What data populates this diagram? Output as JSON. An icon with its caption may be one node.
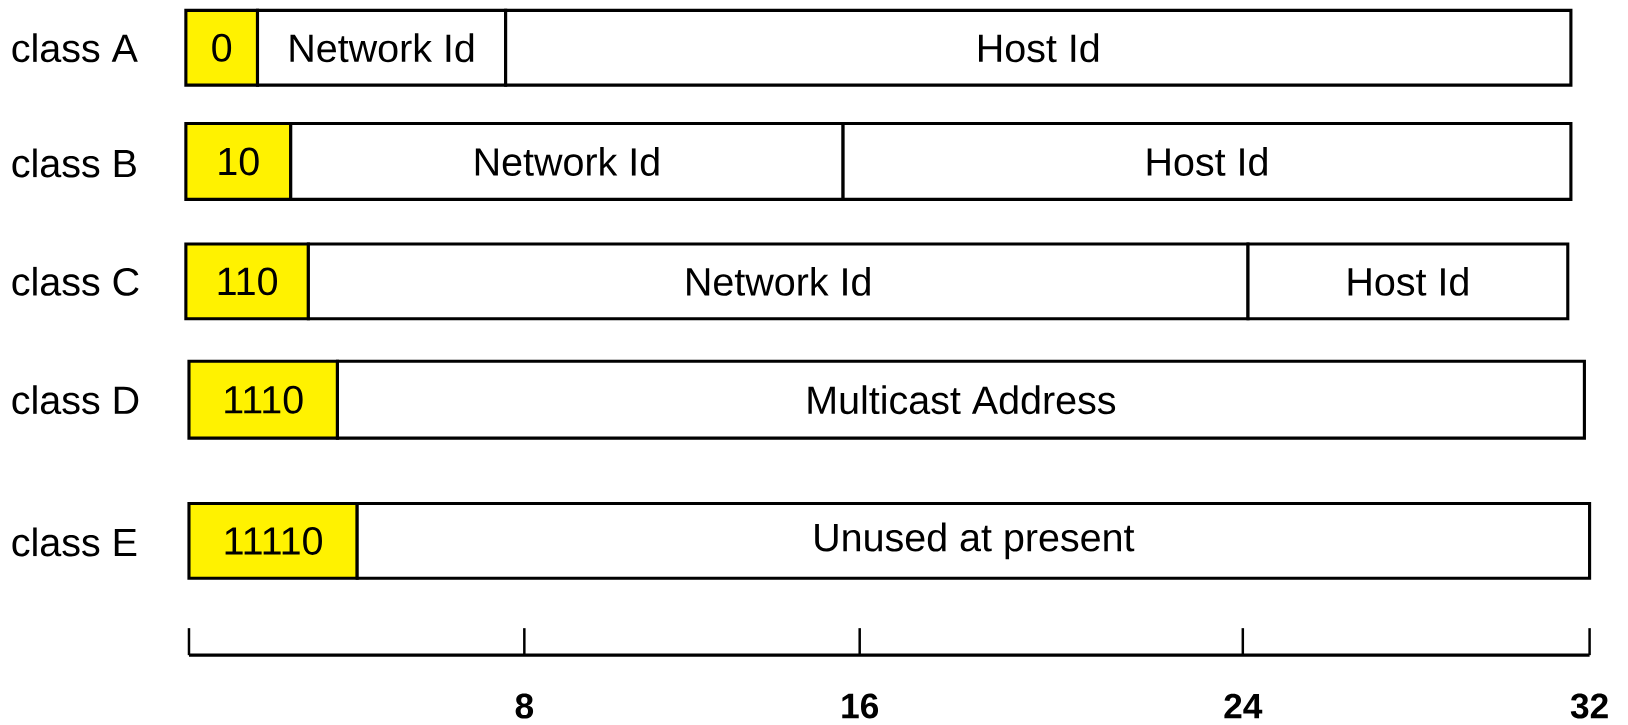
{
  "diagram": {
    "nodes": [
      {
        "text": [
          "0"
        ]
      },
      {
        "text": [
          "Network Id"
        ]
      },
      {
        "text": [
          "Host Id"
        ]
      },
      {
        "text": [
          "10"
        ]
      },
      {
        "text": [
          "Network Id"
        ]
      },
      {
        "text": [
          "Host Id"
        ]
      },
      {
        "text": [
          "110"
        ]
      },
      {
        "text": [
          "Network Id"
        ]
      },
      {
        "text": [
          "Host Id"
        ]
      },
      {
        "text": [
          "1110"
        ]
      },
      {
        "text": [
          "Multicast Address"
        ]
      },
      {
        "text": [
          "11110"
        ]
      },
      {
        "text": [
          "Unused at present"
        ]
      }
    ],
    "labels": [
      "class A",
      "class B",
      "class C",
      "class D",
      "class E",
      "8",
      "16",
      "24",
      "32"
    ]
  }
}
